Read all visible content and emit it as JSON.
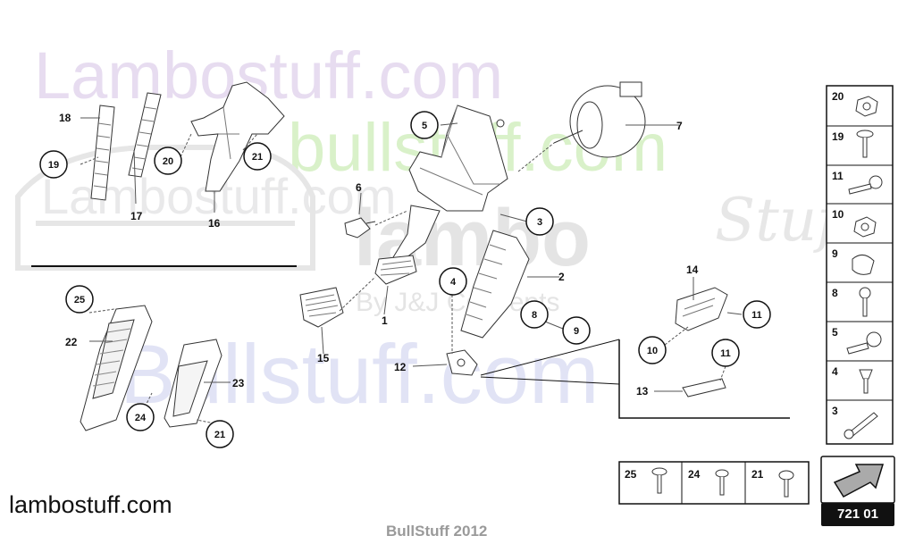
{
  "watermarks": {
    "lambostuff_top": "Lambostuff.com",
    "bullstuff_green": "bullstuff.com",
    "lambostuff_grey": "Lambostuff.com",
    "lambo_bold": "lambo",
    "stuff_script": "Stuff",
    "by_jj": "By J&J Concepts",
    "bullstuff_blue": "Bullstuff.com"
  },
  "callouts": {
    "l1": "1",
    "l2": "2",
    "l3": "3",
    "l4": "4",
    "l5": "5",
    "l6": "6",
    "l7": "7",
    "l8": "8",
    "l9": "9",
    "l10": "10",
    "l11a": "11",
    "l11b": "11",
    "l12": "12",
    "l13": "13",
    "l14": "14",
    "l15": "15",
    "l16": "16",
    "l17": "17",
    "l18": "18",
    "l19": "19",
    "l20": "20",
    "l21a": "21",
    "l21b": "21",
    "l22": "22",
    "l23": "23",
    "l24": "24",
    "l25": "25"
  },
  "fastener_panel": {
    "right": [
      "20",
      "19",
      "11",
      "10",
      "9",
      "8",
      "5",
      "4",
      "3"
    ],
    "bottom": [
      "25",
      "24",
      "21"
    ]
  },
  "page_number": "721 01",
  "footer": {
    "site": "lambostuff.com",
    "copyright": "BullStuff 2012"
  },
  "colors": {
    "line": "#333333",
    "watermark_green": "#d9f1c9",
    "watermark_blue": "#e1e3f5",
    "watermark_purple": "#e7dcf0"
  }
}
